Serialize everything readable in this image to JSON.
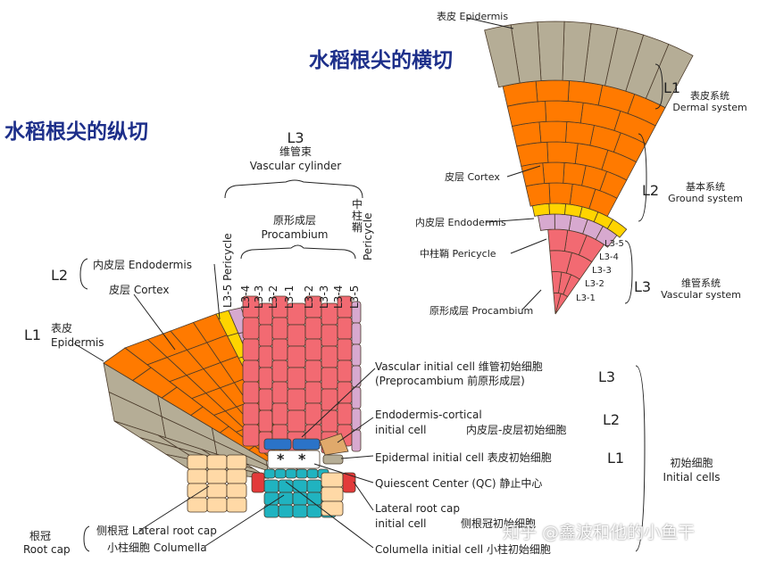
{
  "titles": {
    "cross": "水稻根尖的横切",
    "long": "水稻根尖的纵切"
  },
  "colors": {
    "title_blue": "#1d2f8a",
    "epidermis": "#b5ad96",
    "cortex": "#ff7a00",
    "endodermis": "#ffd400",
    "pericycle": "#d7a9cf",
    "procambium": "#f26a72",
    "qc": "#ffffff",
    "columella": "#20b3c0",
    "lateral_root_cap": "#ffd9a6",
    "initial_red": "#e23a3a",
    "vascular_initial": "#2b73c8",
    "endodermis_cortical_initial": "#e0a96b"
  },
  "cross_section": {
    "epidermis": "表皮 Epidermis",
    "cortex": "皮层 Cortex",
    "endodermis": "内皮层 Endodermis",
    "pericycle": "中柱鞘 Pericycle",
    "procambium": "原形成层 Procambium",
    "L1": "L1",
    "L1_cn": "表皮系统",
    "L1_en": "Dermal system",
    "L2": "L2",
    "L2_cn": "基本系统",
    "L2_en": "Ground system",
    "L3": "L3",
    "L3_cn": "维管系统",
    "L3_en": "Vascular system",
    "sub_levels": [
      "L3-5",
      "L3-4",
      "L3-3",
      "L3-2",
      "L3-1"
    ]
  },
  "longitudinal": {
    "L3": "L3",
    "L3_cn": "维管束",
    "L3_en": "Vascular cylinder",
    "procambium_cn": "原形成层",
    "procambium_en": "Procambium",
    "pericycle_left": "L3-5 Pericycle",
    "pericycle_right_cn": "中柱鞘",
    "pericycle_right_en": "Pericycle",
    "left_levels": [
      "L3-4",
      "L3-3",
      "L3-2",
      "L3-1"
    ],
    "right_levels": [
      "L3-2",
      "L3-3",
      "L3-4",
      "L3-5"
    ],
    "L2": "L2",
    "endodermis": "内皮层 Endodermis",
    "cortex": "皮层 Cortex",
    "L1": "L1",
    "L1_cn": "表皮",
    "L1_en": "Epidermis",
    "vascular_initial_1": "Vascular initial cell  维管初始细胞",
    "vascular_initial_2": "(Preprocambium  前原形成层)",
    "vascular_initial_level": "L3",
    "endo_cortical_1": "Endodermis-cortical",
    "endo_cortical_2": "initial cell",
    "endo_cortical_3": "内皮层-皮层初始细胞",
    "endo_cortical_level": "L2",
    "epidermal_initial": "Epidermal initial cell  表皮初始细胞",
    "epidermal_initial_level": "L1",
    "qc": "Quiescent Center (QC)  静止中心",
    "lateral_initial_1": "Lateral root cap",
    "lateral_initial_2": "initial cell",
    "lateral_initial_3": "侧根冠初始细胞",
    "columella_initial": "Columella initial cell  小柱初始细胞",
    "initial_cells_cn": "初始细胞",
    "initial_cells_en": "Initial cells",
    "root_cap_cn": "根冠",
    "root_cap_en": "Root cap",
    "lateral_root_cap": "侧根冠  Lateral root cap",
    "columella": "小柱细胞  Columella",
    "qc_marks": [
      "*",
      "*"
    ]
  },
  "watermark": "知乎 @鑫波和他的小鱼干"
}
